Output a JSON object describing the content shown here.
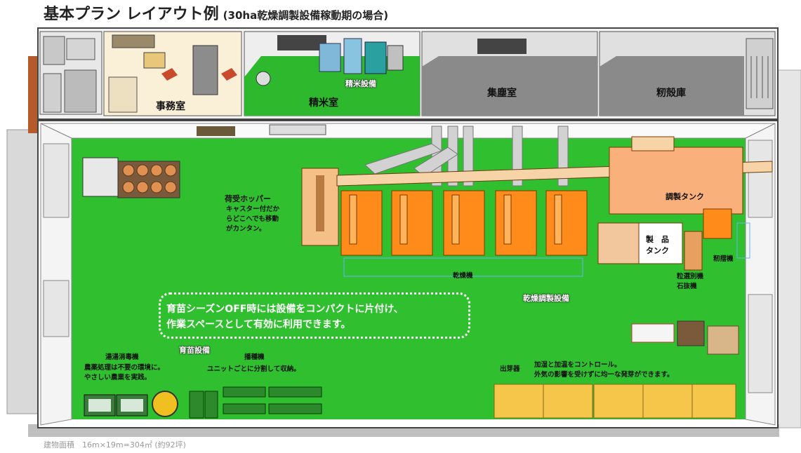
{
  "title": {
    "main": "基本プラン レイアウト例",
    "sub": "(30ha乾燥調製設備稼動期の場合)"
  },
  "rooms": {
    "office": "事務室",
    "rice_polishing_room": "精米室",
    "rice_polishing_equipment": "精米設備",
    "dust_room": "集塵室",
    "husk_storage": "籾殻庫"
  },
  "equipment": {
    "hopper_title": "荷受ホッパー",
    "hopper_desc": [
      "キャスター付だか",
      "らどこへでも移動",
      "がカンタン。"
    ],
    "dryer": "乾燥機",
    "drying_equipment": "乾燥調製設備",
    "adjustment_tank": "調製タンク",
    "product_tank": [
      "製　品",
      "タンク"
    ],
    "huller": "籾摺機",
    "sorter_1": "粒選別機",
    "sorter_2": "石抜機",
    "seedling_equipment": "育苗設備",
    "disinfection_title": "湯湯消毒機",
    "disinfection_desc": [
      "農薬処理は不要の環境に。",
      "やさしい農業を実践。"
    ],
    "sowing_title": "播種機",
    "sowing_desc": "ユニットごとに分割して収納。",
    "germinator_title": "出芽器",
    "germinator_desc": [
      "加湿と加温をコントロール。",
      "外気の影響を受けずに均一な発芽ができます。"
    ]
  },
  "notice": {
    "line1": "育苗シーズンOFF時には設備をコンパクトに片付け、",
    "line2": "作業スペースとして有効に利用できます。"
  },
  "footer": "建物面積　16m×19m=304㎡ (約92坪)"
}
